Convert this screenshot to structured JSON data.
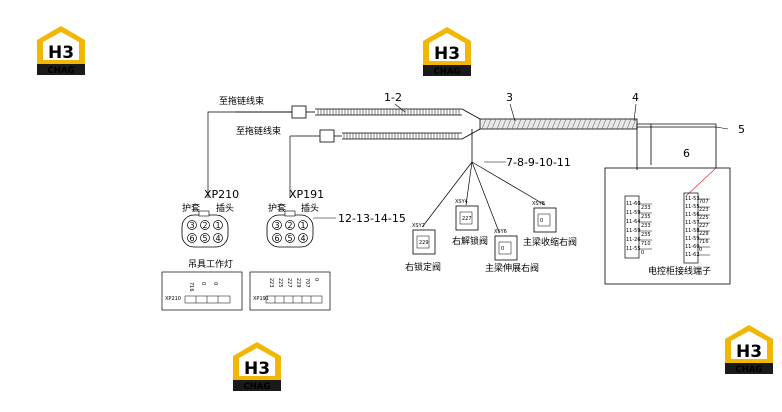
{
  "logo": {
    "letters": "H3",
    "brand": "CHAG"
  },
  "colors": {
    "logo_yellow": "#f2b705",
    "logo_dark": "#1a1a1a",
    "line": "#000000",
    "callout_line": "#cc2222"
  },
  "callouts": {
    "c12": "1-2",
    "c3": "3",
    "c4": "4",
    "c5": "5",
    "c6": "6",
    "c7to11": "7-8-9-10-11",
    "c12to15": "12-13-14-15"
  },
  "labels": {
    "to_harness_top": "至拖链线束",
    "to_harness_bottom": "至拖链线束",
    "lifting_light": "吊具工作灯",
    "cabinet_terminal": "电控柜接线端子",
    "right_lock_valve": "右锁定阀",
    "right_unlock_valve": "右解锁阀",
    "boom_extend_valve": "主梁伸展右阀",
    "boom_retract_valve": "主梁收缩右阀"
  },
  "connectors": {
    "xp210": {
      "name": "XP210",
      "sleeve": "护套",
      "plug": "插头",
      "pins_top": [
        "3",
        "2",
        "1"
      ],
      "pins_bottom": [
        "6",
        "5",
        "4"
      ]
    },
    "xp191": {
      "name": "XP191",
      "sleeve": "护套",
      "plug": "插头",
      "pins_top": [
        "3",
        "2",
        "1"
      ],
      "pins_bottom": [
        "6",
        "5",
        "4"
      ]
    }
  },
  "valves": {
    "xsy2": "XSY2",
    "xsy4": "XSY4",
    "xsy6": "XSY6",
    "xsy8": "XSY8"
  },
  "pin_tables": {
    "xp210": {
      "label": "XP210",
      "wires": [
        "716",
        "0",
        "0"
      ]
    },
    "xp191": {
      "label": "XP191",
      "wires": [
        "223",
        "225",
        "227",
        "229",
        "707",
        "0"
      ]
    }
  },
  "terminals": {
    "left": [
      "11-60",
      "11-59",
      "11-64",
      "11-59",
      "11-26",
      "11-55"
    ],
    "right": [
      "11-53",
      "11-55",
      "11-56",
      "11-57",
      "11-58",
      "11-59",
      "11-60",
      "11-62"
    ]
  },
  "terminal_wires": {
    "left": [
      "233",
      "235",
      "233",
      "235",
      "710",
      "0"
    ],
    "right": [
      "707",
      "223",
      "225",
      "227",
      "229",
      "716",
      "0"
    ]
  },
  "valve_wires": [
    "229",
    "227",
    "0",
    "0"
  ]
}
